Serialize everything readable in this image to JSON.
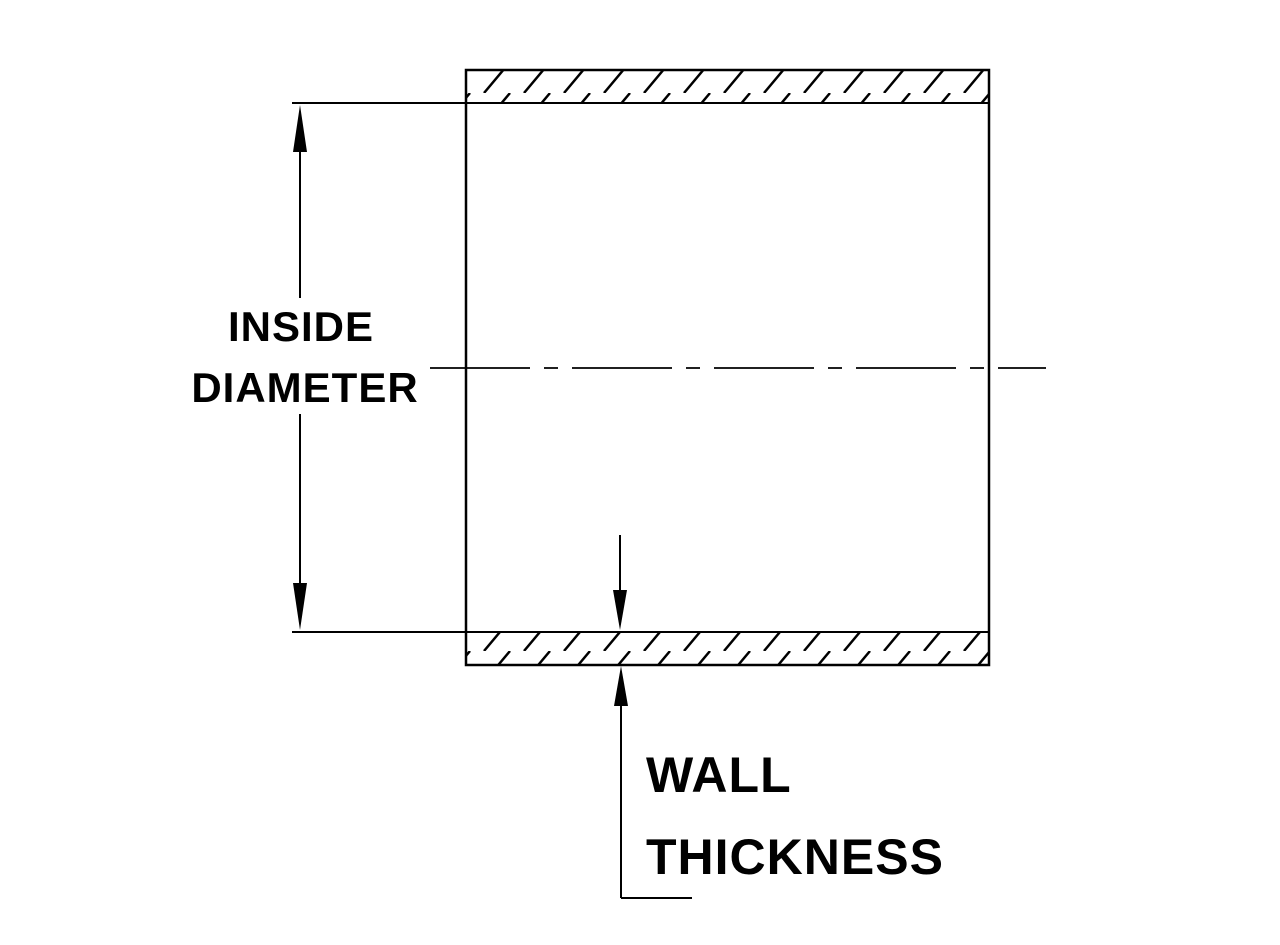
{
  "diagram": {
    "description": "Technical cross-section drawing of a hose/tube wall",
    "labels": {
      "inside_diameter_line1": "INSIDE",
      "inside_diameter_line2": "DIAMETER",
      "wall_thickness_line1": "WALL",
      "wall_thickness_line2": "THICKNESS"
    },
    "colors": {
      "line": "#000000",
      "background": "#ffffff"
    }
  }
}
